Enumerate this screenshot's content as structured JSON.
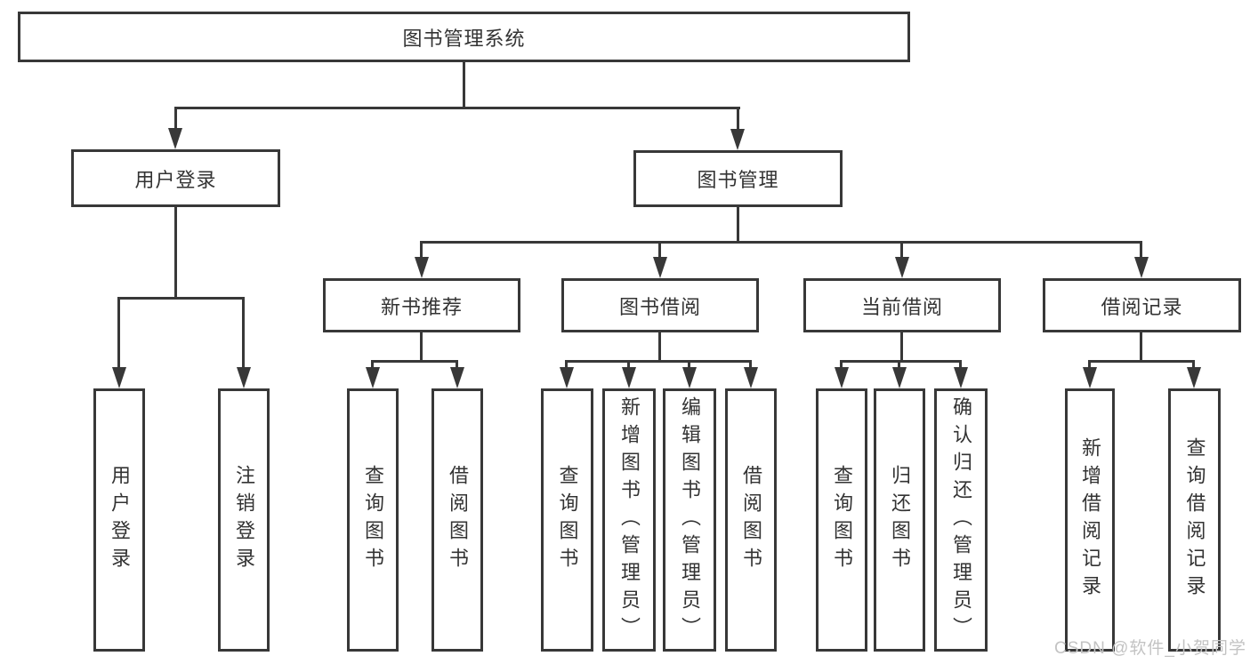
{
  "tree": {
    "label": "图书管理系统",
    "children": [
      {
        "label": "用户登录",
        "children": [
          {
            "label": "用户登录"
          },
          {
            "label": "注销登录"
          }
        ]
      },
      {
        "label": "图书管理",
        "children": [
          {
            "label": "新书推荐",
            "children": [
              {
                "label": "查询图书"
              },
              {
                "label": "借阅图书"
              }
            ]
          },
          {
            "label": "图书借阅",
            "children": [
              {
                "label": "查询图书"
              },
              {
                "label": "新增图书（管理员）"
              },
              {
                "label": "编辑图书（管理员）"
              },
              {
                "label": "借阅图书"
              }
            ]
          },
          {
            "label": "当前借阅",
            "children": [
              {
                "label": "查询图书"
              },
              {
                "label": "归还图书"
              },
              {
                "label": "确认归还（管理员）"
              }
            ]
          },
          {
            "label": "借阅记录",
            "children": [
              {
                "label": "新增借阅记录"
              },
              {
                "label": "查询借阅记录"
              }
            ]
          }
        ]
      }
    ]
  },
  "watermark": {
    "text": "CSDN @软件_小贺同学"
  },
  "colors": {
    "line": "#383838",
    "text": "#333333",
    "watermark": "#c3c3c3",
    "background": "#ffffff"
  }
}
